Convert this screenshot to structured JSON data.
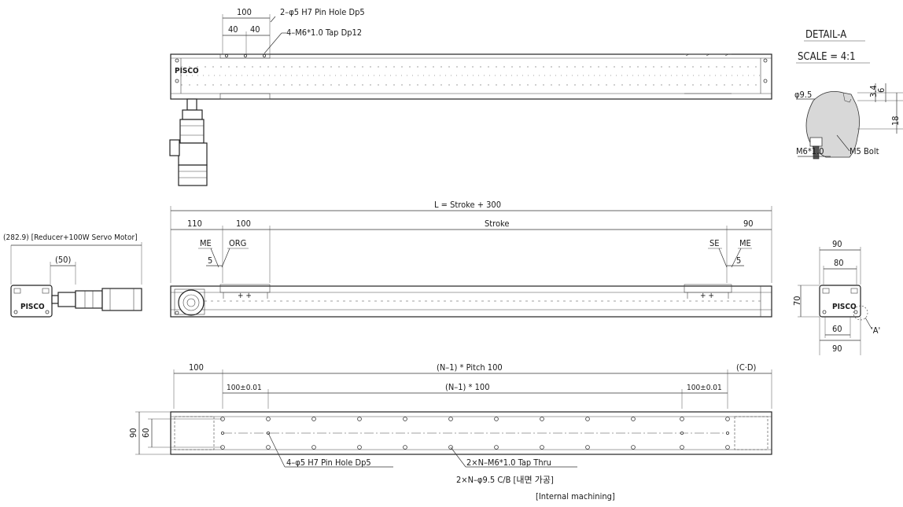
{
  "detail": {
    "title": "DETAIL-A",
    "scale": "SCALE = 4:1",
    "phi": "φ9.5",
    "d1": "3.4",
    "d2": "6",
    "d3": "18",
    "m6": "M6*1.0",
    "bolt": "M5 Bolt"
  },
  "top_view": {
    "dim100": "100",
    "dim40a": "40",
    "dim40b": "40",
    "pin_note": "2–φ5 H7 Pin Hole Dp5",
    "tap_note": "4–M6*1.0 Tap Dp12",
    "brand": "PISCO"
  },
  "side_view": {
    "overall": "L = Stroke + 300",
    "d110": "110",
    "d100": "100",
    "stroke": "Stroke",
    "d90": "90",
    "me_left": "ME",
    "org": "ORG",
    "five_left": "5",
    "se": "SE",
    "me_right": "ME",
    "five_right": "5"
  },
  "motor_view": {
    "note": "(282.9) [Reducer+100W Servo Motor]",
    "d50": "(50)",
    "brand": "PISCO"
  },
  "end_view": {
    "w90_top": "90",
    "w80": "80",
    "h70": "70",
    "w60": "60",
    "w90_bot": "90",
    "ref": "'A'",
    "brand": "PISCO"
  },
  "bottom_view": {
    "d100": "100",
    "pitch": "(N–1) * Pitch 100",
    "cd": "(C·D)",
    "tol_left": "100±0.01",
    "n100": "(N–1) * 100",
    "tol_right": "100±0.01",
    "h90": "90",
    "h60": "60",
    "pin_note": "4–φ5 H7 Pin Hole Dp5",
    "tap_note": "2×N–M6*1.0 Tap Thru",
    "cb_note": "2×N–φ9.5 C/B [내면 가공]",
    "im_note": "[Internal machining]"
  }
}
